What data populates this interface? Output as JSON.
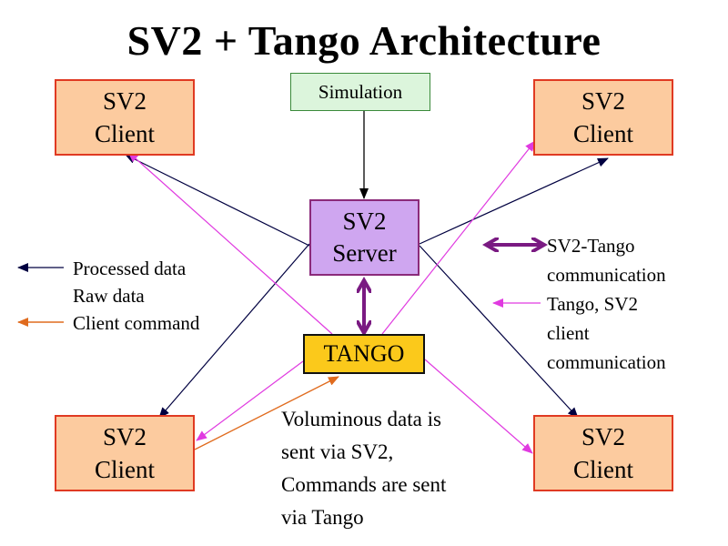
{
  "title": "SV2 + Tango Architecture",
  "nodes": {
    "client_top_left": [
      "SV2",
      "Client"
    ],
    "client_top_right": [
      "SV2",
      "Client"
    ],
    "client_bottom_left": [
      "SV2",
      "Client"
    ],
    "client_bottom_right": [
      "SV2",
      "Client"
    ],
    "simulation": "Simulation",
    "server": [
      "SV2",
      "Server"
    ],
    "tango": "TANGO"
  },
  "legend_left": {
    "processed": "Processed data",
    "raw": "Raw data",
    "command": "Client command"
  },
  "legend_right": {
    "sv2_tango": [
      "SV2-Tango",
      "communication"
    ],
    "tango_client": [
      "Tango, SV2",
      "client",
      "communication"
    ]
  },
  "note": [
    "Voluminous data is",
    "sent via SV2,",
    "Commands are sent",
    "via Tango"
  ],
  "colors": {
    "processed_arrow": "#000040",
    "command_arrow": "#e06b1e",
    "tango_client_arrow": "#e03ae0",
    "sv2_tango_arrow": "#7a1a82"
  }
}
